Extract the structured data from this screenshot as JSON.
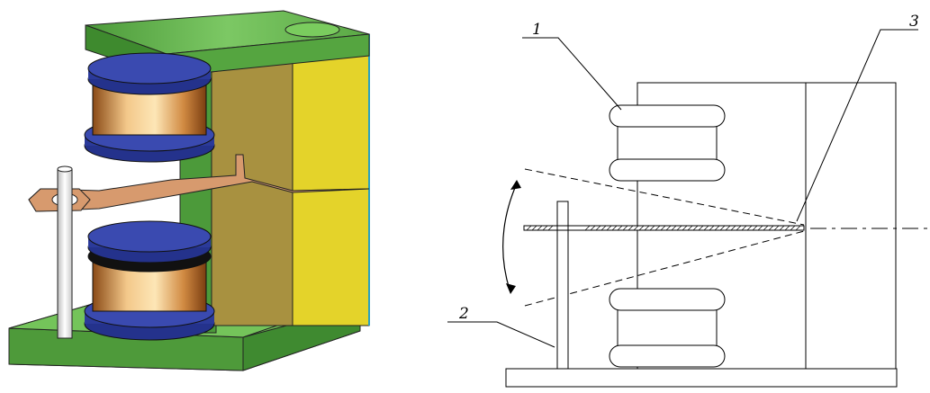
{
  "left_figure": {
    "colors": {
      "base_green": "#5fae45",
      "top_green": "#4f9f3c",
      "yoke_yellow": "#e6d62a",
      "yoke_shadow": "#a08a3a",
      "coil_copper": "#d99a55",
      "coil_flange_blue": "#2b3a9a",
      "armature_copper": "#d79a6e",
      "pin_white": "#ffffff"
    }
  },
  "right_figure": {
    "callouts": [
      {
        "id": "coil",
        "label": "1"
      },
      {
        "id": "pin",
        "label": "2"
      },
      {
        "id": "armature",
        "label": "3"
      }
    ]
  }
}
